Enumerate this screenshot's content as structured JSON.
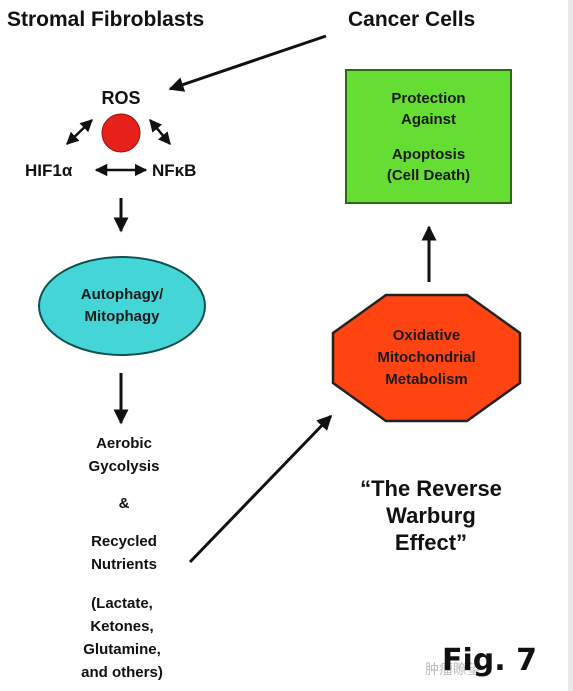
{
  "headers": {
    "left": "Stromal Fibroblasts",
    "right": "Cancer Cells"
  },
  "signaling": {
    "ros": "ROS",
    "hif": "HIF1α",
    "nfkb": "NFκB"
  },
  "protection": [
    "Protection",
    "Against",
    "Apoptosis",
    "(Cell Death)"
  ],
  "autophagy": [
    "Autophagy/",
    "Mitophagy"
  ],
  "oxidative": [
    "Oxidative",
    "Mitochondrial",
    "Metabolism"
  ],
  "products": {
    "aerobic": [
      "Aerobic",
      "Gycolysis"
    ],
    "amp": "&",
    "recycled": [
      "Recycled",
      "Nutrients"
    ],
    "examples": [
      "(Lactate,",
      "Ketones,",
      "Glutamine,",
      "and others)"
    ]
  },
  "effect": [
    "“The Reverse",
    "Warburg",
    "Effect”"
  ],
  "figure_label": "Fig. 7",
  "watermark": "肿瘤瞭望",
  "colors": {
    "ros_circle": "#e8201c",
    "protection_box": "#66dd33",
    "autophagy_ellipse": "#44d6d6",
    "oxidative_octagon": "#ff4411",
    "arrow": "#111111"
  }
}
